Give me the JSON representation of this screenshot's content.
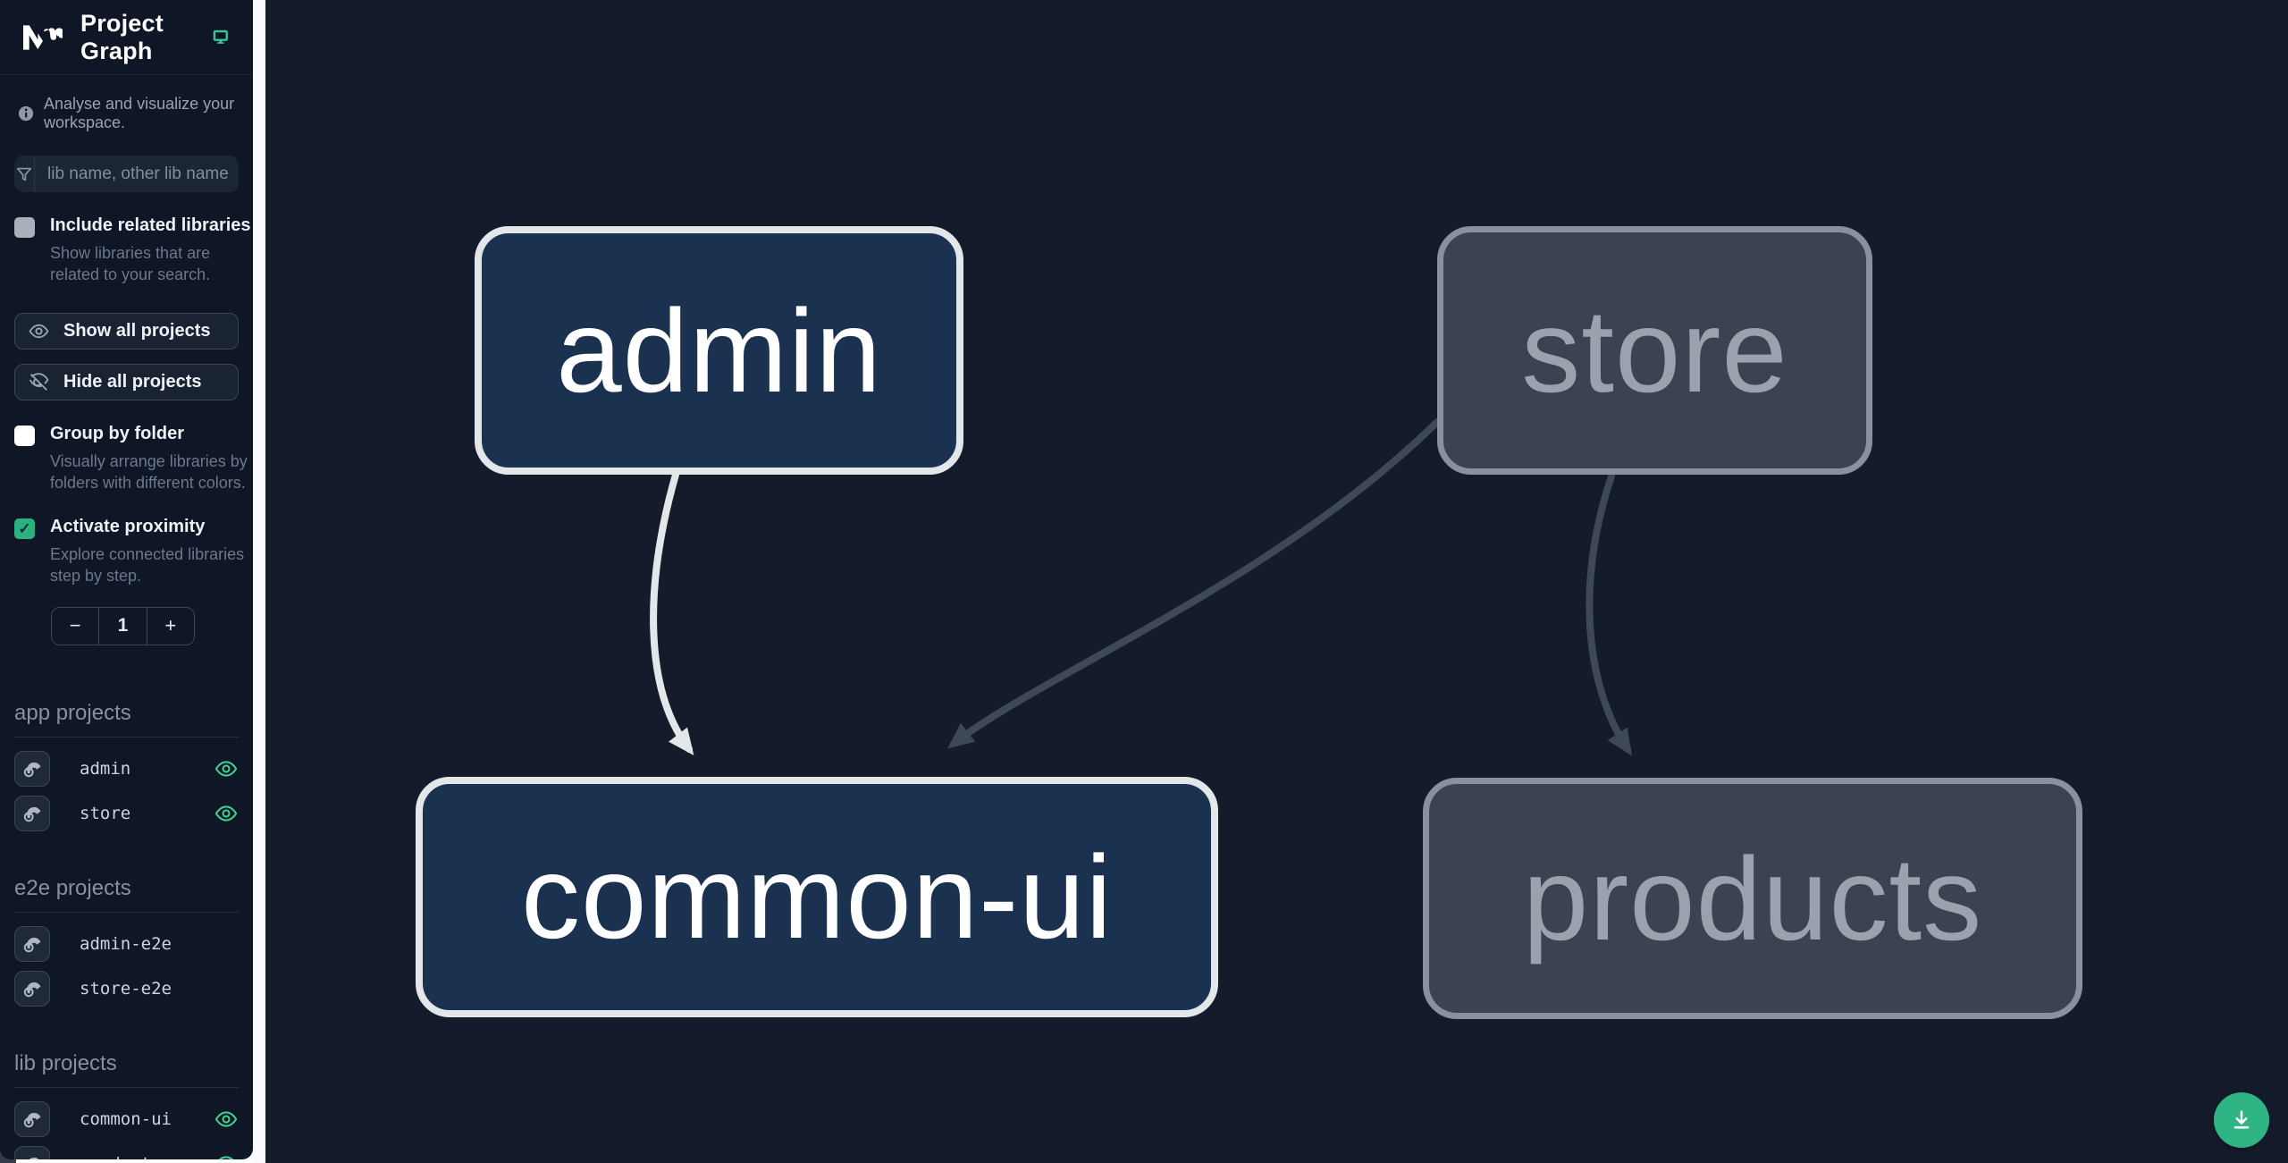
{
  "header": {
    "title": "Project Graph",
    "tagline": "Analyse and visualize your workspace."
  },
  "filter": {
    "placeholder": "lib name, other lib name"
  },
  "options": {
    "include_related": {
      "label": "Include related libraries",
      "description": "Show libraries that are related to your search.",
      "checked": false
    },
    "show_all_label": "Show all projects",
    "hide_all_label": "Hide all projects",
    "group_by_folder": {
      "label": "Group by folder",
      "description": "Visually arrange libraries by folders with different colors.",
      "checked": false
    },
    "activate_proximity": {
      "label": "Activate proximity",
      "description": "Explore connected libraries step by step.",
      "checked": true
    },
    "check_glyph": "✓",
    "proximity": {
      "decrement_label": "−",
      "value": "1",
      "increment_label": "+"
    }
  },
  "sections": [
    {
      "title": "app projects",
      "items": [
        {
          "name": "admin",
          "visible": true
        },
        {
          "name": "store",
          "visible": true
        }
      ]
    },
    {
      "title": "e2e projects",
      "items": [
        {
          "name": "admin-e2e",
          "visible": false
        },
        {
          "name": "store-e2e",
          "visible": false
        }
      ]
    },
    {
      "title": "lib projects",
      "items": [
        {
          "name": "common-ui",
          "visible": true
        },
        {
          "name": "products",
          "visible": true
        }
      ]
    }
  ],
  "graph": {
    "nodes": [
      {
        "id": "admin",
        "label": "admin",
        "state": "focused"
      },
      {
        "id": "store",
        "label": "store",
        "state": "faded"
      },
      {
        "id": "common-ui",
        "label": "common-ui",
        "state": "focused"
      },
      {
        "id": "products",
        "label": "products",
        "state": "faded"
      }
    ],
    "edges": [
      {
        "source": "admin",
        "target": "common-ui",
        "state": "focused"
      },
      {
        "source": "store",
        "target": "common-ui",
        "state": "faded"
      },
      {
        "source": "store",
        "target": "products",
        "state": "faded"
      }
    ]
  },
  "colors": {
    "edge_focused": "#e4e7ea",
    "edge_faded": "#3f4856",
    "node_focused_bg": "#1a3150",
    "node_focused_border": "#e4e7ea",
    "node_faded_bg": "#3b4251",
    "node_faded_border": "#8a919d",
    "eye_green": "#3ecf8e",
    "checkbox_green": "#2bb180",
    "monitor_green": "#3cbf96",
    "download_green": "#2eb583",
    "canvas_bg": "#141c2c",
    "sidebar_bg": "#0f1625"
  }
}
